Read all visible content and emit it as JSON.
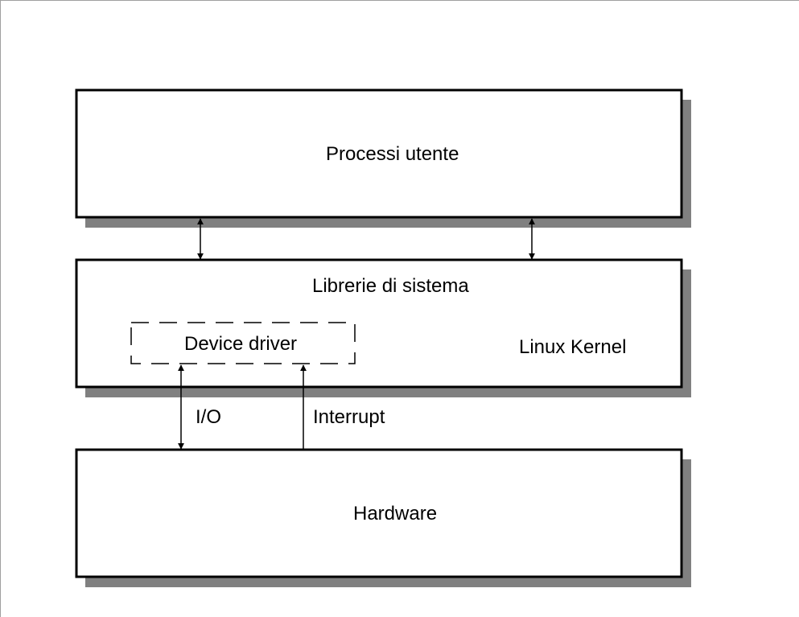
{
  "layers": {
    "user_processes": "Processi utente",
    "system_libraries": "Librerie di sistema",
    "device_driver": "Device driver",
    "linux_kernel": "Linux Kernel",
    "hardware": "Hardware"
  },
  "connections": {
    "io": "I/O",
    "interrupt": "Interrupt"
  },
  "colors": {
    "box_fill": "#ffffff",
    "box_border": "#000000",
    "shadow": "#808080"
  }
}
